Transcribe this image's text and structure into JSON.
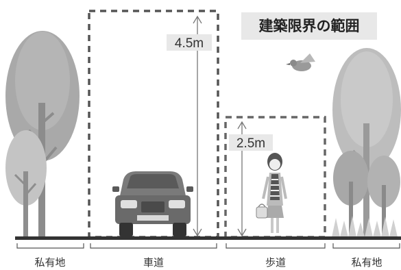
{
  "title": "建築限界の範囲",
  "heights": {
    "roadway": "4.5m",
    "sidewalk": "2.5m"
  },
  "zones": {
    "private_left": "私有地",
    "roadway": "車道",
    "sidewalk": "歩道",
    "private_right": "私有地"
  },
  "colors": {
    "dashed_border": "#555555",
    "ground": "#333333",
    "tree_dark": "#a8a8a8",
    "tree_light": "#c8c8c8",
    "title_bg": "#e8e8e8"
  }
}
